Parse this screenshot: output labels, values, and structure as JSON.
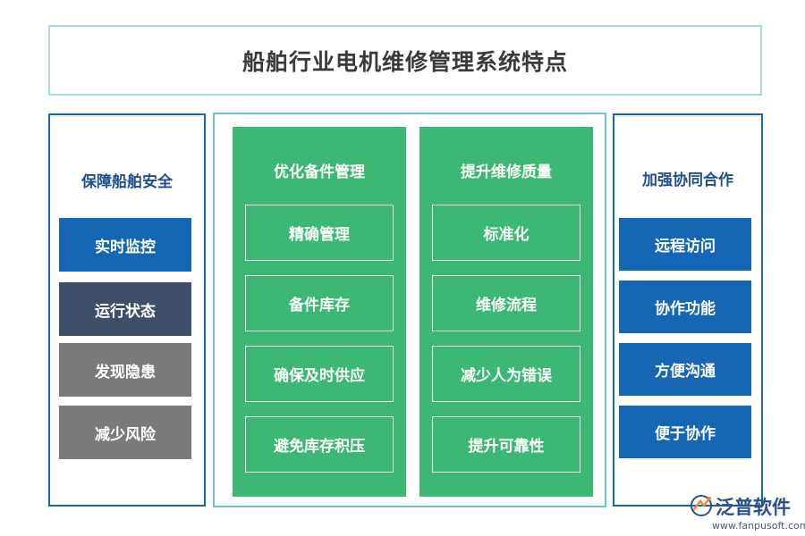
{
  "title": "船舶行业电机维修管理系统特点",
  "left_panel": {
    "heading": "保障船舶安全",
    "items": [
      {
        "label": "实时监控",
        "color": "#1566b3"
      },
      {
        "label": "运行状态",
        "color": "#3e4e68"
      },
      {
        "label": "发现隐患",
        "color": "#7a7a7a"
      },
      {
        "label": "减少风险",
        "color": "#7a7a7a"
      }
    ]
  },
  "center": {
    "columns": [
      {
        "heading": "优化备件管理",
        "items": [
          "精确管理",
          "备件库存",
          "确保及时供应",
          "避免库存积压"
        ]
      },
      {
        "heading": "提升维修质量",
        "items": [
          "标准化",
          "维修流程",
          "减少人为错误",
          "提升可靠性"
        ]
      }
    ],
    "fill_color": "#3cb874"
  },
  "right_panel": {
    "heading": "加强协同合作",
    "items": [
      {
        "label": "远程访问",
        "color": "#1566b3"
      },
      {
        "label": "协作功能",
        "color": "#1566b3"
      },
      {
        "label": "方便沟通",
        "color": "#1566b3"
      },
      {
        "label": "便于协作",
        "color": "#1566b3"
      }
    ]
  },
  "logo": {
    "name": "泛普软件",
    "url": "www.fanpusoft.com",
    "icon": "fanpu-logo-icon"
  }
}
